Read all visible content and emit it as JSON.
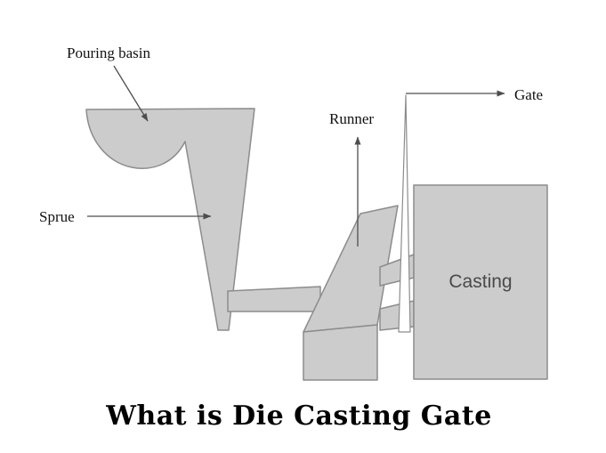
{
  "diagram": {
    "title": "What is Die Casting Gate",
    "labels": {
      "pouring_basin": "Pouring basin",
      "sprue": "Sprue",
      "runner": "Runner",
      "gate": "Gate",
      "casting": "Casting"
    },
    "colors": {
      "background": "#ffffff",
      "shape_fill": "#cccccc",
      "shape_stroke": "#8c8c8c",
      "arrow_line": "#4d4d4d",
      "label_text": "#111111",
      "casting_text": "#4a4a4a",
      "title_text": "#000000"
    }
  }
}
